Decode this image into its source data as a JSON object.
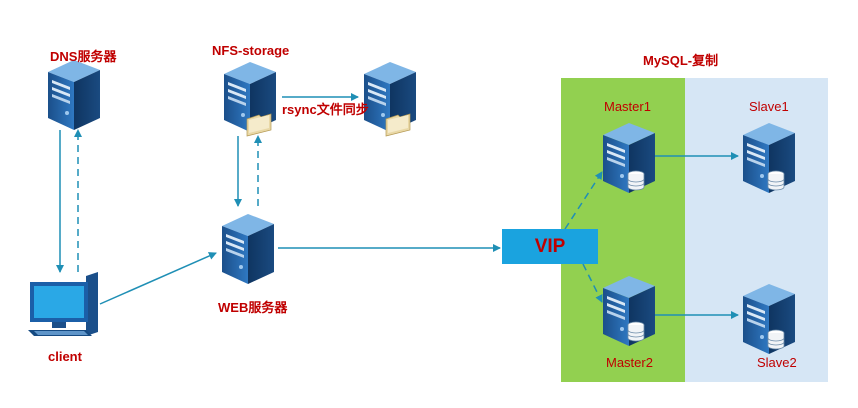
{
  "title": "MySQL-复制",
  "nodes": {
    "dns": "DNS服务器",
    "nfs": "NFS-storage",
    "rsync": "rsync文件同步",
    "web": "WEB服务器",
    "client": "client",
    "vip": "VIP",
    "master1": "Master1",
    "master2": "Master2",
    "slave1": "Slave1",
    "slave2": "Slave2"
  },
  "colors": {
    "master_zone": "#92d050",
    "slave_zone": "#d6e6f5",
    "arrow": "#1f8fb5",
    "label": "#c00000",
    "vip_fill": "#1aa3df"
  }
}
